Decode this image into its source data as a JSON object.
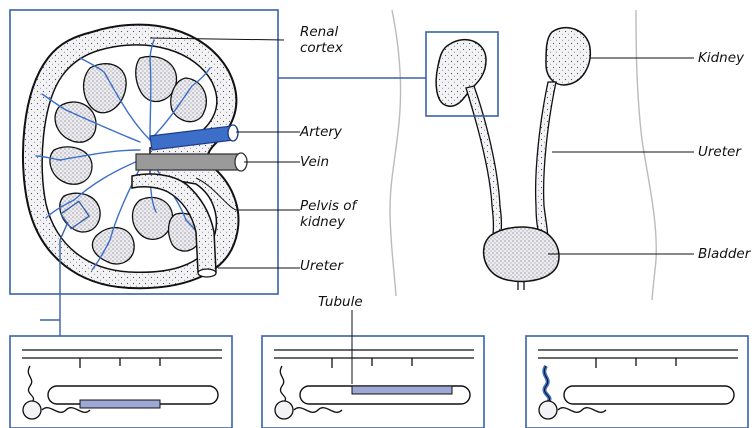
{
  "labels": {
    "renal_cortex": "Renal cortex",
    "artery": "Artery",
    "vein": "Vein",
    "pelvis_of_kidney": "Pelvis of kidney",
    "ureter_kidney": "Ureter",
    "kidney_body": "Kidney",
    "ureter_body": "Ureter",
    "bladder": "Bladder",
    "tubule": "Tubule"
  },
  "colors": {
    "frame": "#3a62a8",
    "vessel_blue": "#3d6fc8",
    "vein_gray": "#9a9a9a",
    "tubule_highlight": "#9ea8d4",
    "outline": "#111111",
    "fill_pale": "#f2f2f4",
    "fill_stipple": "#e6e6ec"
  },
  "icons": {
    "kidney_section": "kidney-cross-section-illustration",
    "body_outline": "urinary-system-illustration",
    "nephron": "nephron-tubule-illustration"
  }
}
